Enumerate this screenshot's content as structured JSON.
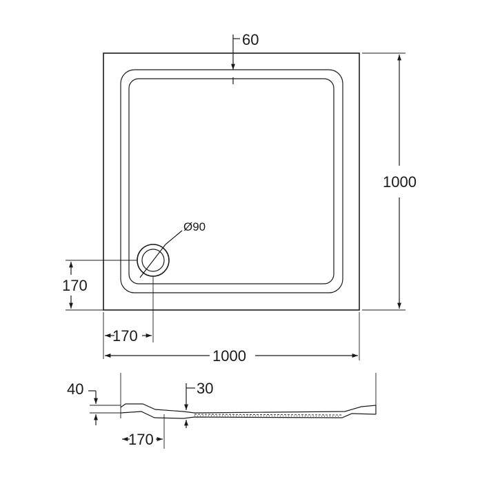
{
  "dimensions": {
    "rim_width": "60",
    "tray_height": "1000",
    "drain_diameter": "Ø90",
    "drain_offset_y": "170",
    "drain_offset_x": "170",
    "tray_width": "1000",
    "tray_depth": "40",
    "base_depth": "30",
    "section_drain_offset": "170"
  }
}
